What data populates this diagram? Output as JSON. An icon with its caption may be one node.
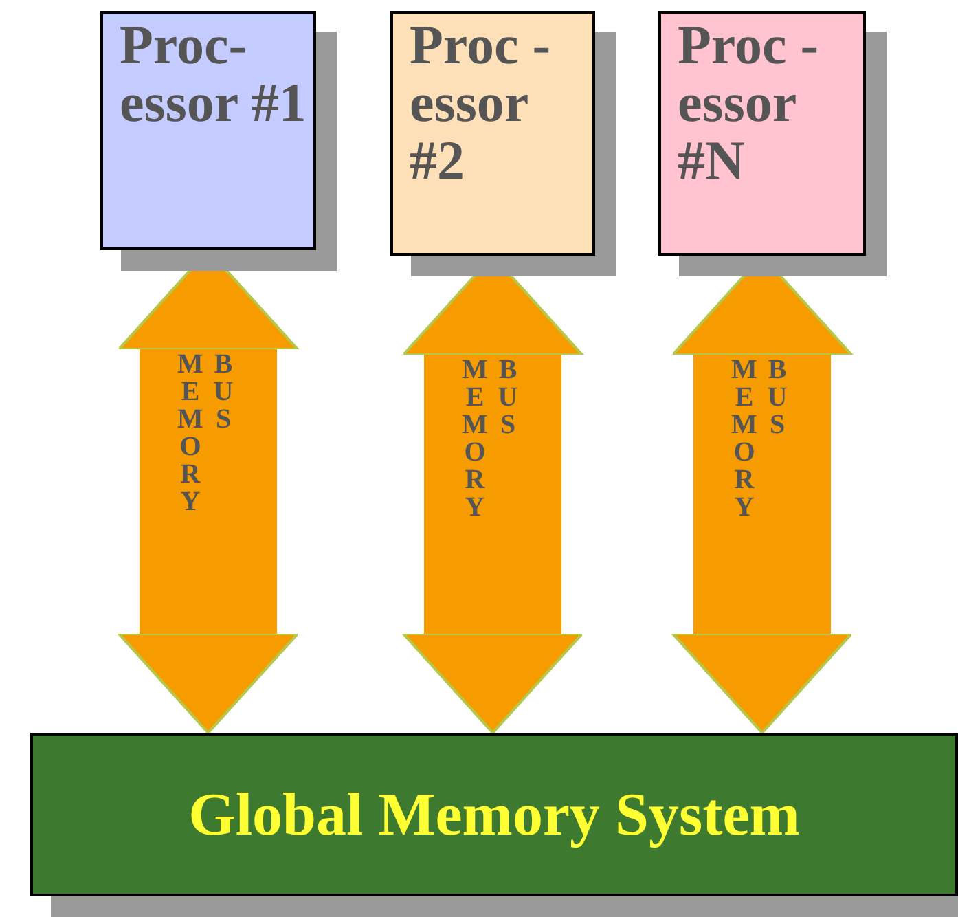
{
  "diagram": {
    "nodes": [
      {
        "text": [
          "Proc- essor #1"
        ]
      },
      {
        "text": [
          "Proc -essor #2"
        ]
      },
      {
        "text": [
          "Proc -essor #N"
        ]
      },
      {
        "text": [
          "Global Memory System"
        ]
      }
    ],
    "edges": [
      {
        "from": 0,
        "to": 3,
        "arrow": "both",
        "label": "MEMORY BUS"
      },
      {
        "from": 1,
        "to": 3,
        "arrow": "both",
        "label": "MEMORY BUS"
      },
      {
        "from": 2,
        "to": 3,
        "arrow": "both",
        "label": "MEMORY BUS"
      }
    ]
  }
}
